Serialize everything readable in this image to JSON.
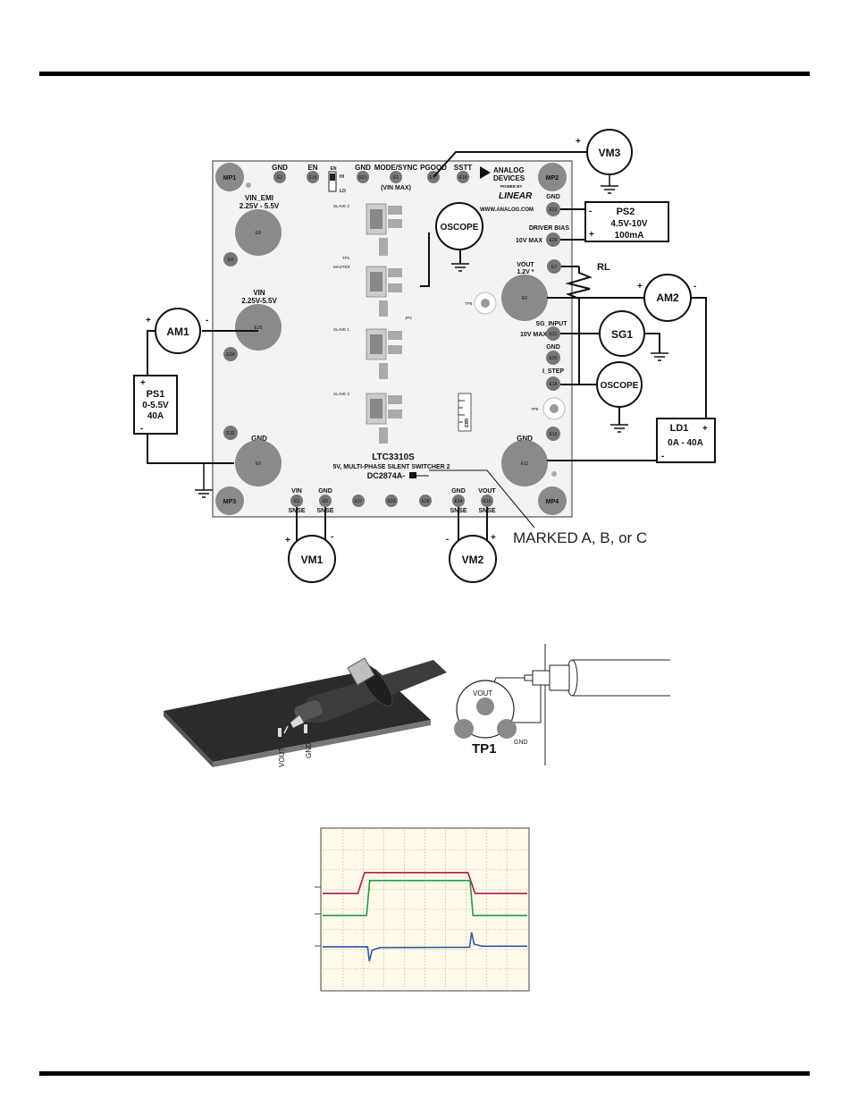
{
  "board": {
    "part": "LTC3310S",
    "subtitle": "5V, MULTI-PHASE SILENT SWITCHER 2",
    "assembly": "DC2874A-",
    "marked_note": "MARKED A, B, or C",
    "logo_line1": "ANALOG",
    "logo_line2": "DEVICES",
    "logo_power_by": "POWER BY",
    "logo_linear": "LINEAR",
    "logo_url": "WWW.ANALOG.COM",
    "top_labels": {
      "gnd1": "GND",
      "en": "EN",
      "gnd2": "GND",
      "mode": "MODE/SYNC",
      "mode_sub": "(VIN MAX)",
      "pgood": "PGOOD",
      "sstt": "SSTT",
      "jumper_en": "EN",
      "jumper_hi": "HI",
      "jumper_lo": "LO"
    },
    "top_turrets": {
      "e2": "E2",
      "e16": "E16",
      "e21": "E21",
      "e1": "E1",
      "e17": "E17",
      "e19": "E19"
    },
    "vin_emi_label": "VIN_EMI",
    "vin_emi_range": "2.25V - 5.5V",
    "vin_label": "VIN",
    "vin_range": "2.25V-5.5V",
    "left_turrets": {
      "e8": "E8",
      "e4": "E4",
      "e25": "E25",
      "e24": "E24",
      "e10": "E10",
      "e9": "E9"
    },
    "gnd_left": "GND",
    "right_labels": {
      "gnd_top": "GND",
      "driver_bias": "DRIVER BIAS",
      "driver_max": "10V MAX",
      "vout": "VOUT",
      "vout_val": "1.2V *",
      "sg_input": "SG_INPUT",
      "sg_max": "10V MAX",
      "gnd_mid": "GND",
      "i_step": "I_STEP",
      "gnd_bot": "GND"
    },
    "right_turrets": {
      "e22": "E22",
      "e26": "E26",
      "e7": "E7",
      "e6": "E6",
      "e11": "E11",
      "e20": "E20",
      "e18": "E18",
      "e13": "E13",
      "e11b": "E11",
      "tp6": "TP6",
      "tp8": "TP8"
    },
    "mounting": {
      "mp1": "MP1",
      "mp2": "MP2",
      "mp3": "MP3",
      "mp4": "MP4"
    },
    "bottom_labels": {
      "vin": "VIN",
      "gnd1": "GND",
      "gnd2": "GND",
      "vout": "VOUT",
      "snse1": "SNSE",
      "snse2": "SNSE",
      "snse3": "SNSE",
      "snse4": "SNSE"
    },
    "bottom_turrets": {
      "e3": "E3",
      "e5": "E5",
      "e27": "E27",
      "e23": "E23",
      "e28": "E28",
      "e14": "E14",
      "e15": "E15"
    },
    "center_labels": {
      "slave2": "SLAVE 2",
      "master": "MASTER",
      "slave1": "SLAVE 1",
      "slave3": "SLAVE 3",
      "tp1": "TP1",
      "jp2": "JP2",
      "cm": "cm"
    }
  },
  "instruments": {
    "vm3": "VM3",
    "ps2": "PS2",
    "ps2_range": "4.5V-10V",
    "ps2_current": "100mA",
    "oscope_top": "OSCOPE",
    "am1": "AM1",
    "ps1": "PS1",
    "ps1_range": "0-5.5V",
    "ps1_current": "40A",
    "rl": "RL",
    "am2": "AM2",
    "sg1": "SG1",
    "oscope_right": "OSCOPE",
    "ld1": "LD1",
    "ld1_range": "0A - 40A",
    "vm1": "VM1",
    "vm2": "VM2",
    "plus": "+",
    "minus": "-"
  },
  "probe": {
    "vout_label": "VOUT",
    "gnd_label": "GND",
    "tp1_label": "TP1",
    "vout_tp": "VOUT",
    "gnd_tp": "GND"
  },
  "colors": {
    "trace_red": "#b01c48",
    "trace_green": "#1f9a4a",
    "trace_blue": "#2c5aa8",
    "scope_bg": "#fff9e8",
    "grid": "#9ea3ad",
    "board": "#f3f3f3"
  },
  "chart_data": {
    "type": "line",
    "title": "",
    "xlabel": "",
    "ylabel": "",
    "grid": true,
    "divisions": {
      "x": 10,
      "y": 8
    },
    "series": [
      {
        "values": [
          [
            0,
            4.8
          ],
          [
            1.72,
            4.8
          ],
          [
            2.05,
            5.85
          ],
          [
            7.1,
            5.85
          ],
          [
            7.45,
            4.8
          ],
          [
            10,
            4.8
          ]
        ]
      },
      {
        "values": [
          [
            0,
            3.7
          ],
          [
            2.15,
            3.7
          ],
          [
            2.3,
            5.45
          ],
          [
            7.2,
            5.45
          ],
          [
            7.35,
            3.7
          ],
          [
            10,
            3.7
          ]
        ]
      },
      {
        "values": [
          [
            0,
            2.12
          ],
          [
            2.2,
            2.12
          ],
          [
            2.28,
            1.4
          ],
          [
            2.42,
            1.95
          ],
          [
            2.8,
            2.08
          ],
          [
            7.18,
            2.1
          ],
          [
            7.28,
            2.85
          ],
          [
            7.4,
            2.25
          ],
          [
            7.8,
            2.15
          ],
          [
            10,
            2.15
          ]
        ]
      }
    ]
  }
}
